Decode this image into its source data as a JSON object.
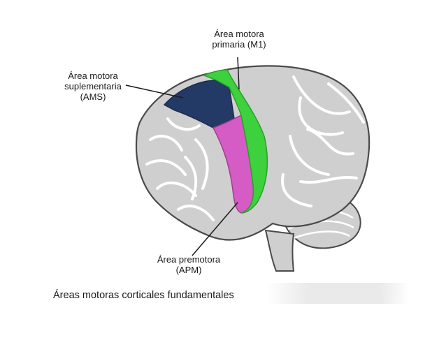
{
  "labels": {
    "m1": {
      "line1": "Área motora",
      "line2": "primaria (M1)",
      "color": "#3dd13d"
    },
    "ams": {
      "line1": "Área motora",
      "line2": "suplementaria",
      "line3": "(AMS)",
      "color": "#243a66"
    },
    "apm": {
      "line1": "Área premotora",
      "line2": "(APM)",
      "color": "#d45cc4"
    }
  },
  "caption": "Áreas motoras corticales fundamentales",
  "colors": {
    "brain_fill": "#cfcfcf",
    "sulcus": "#ffffff",
    "outline": "#4a4a4a"
  }
}
